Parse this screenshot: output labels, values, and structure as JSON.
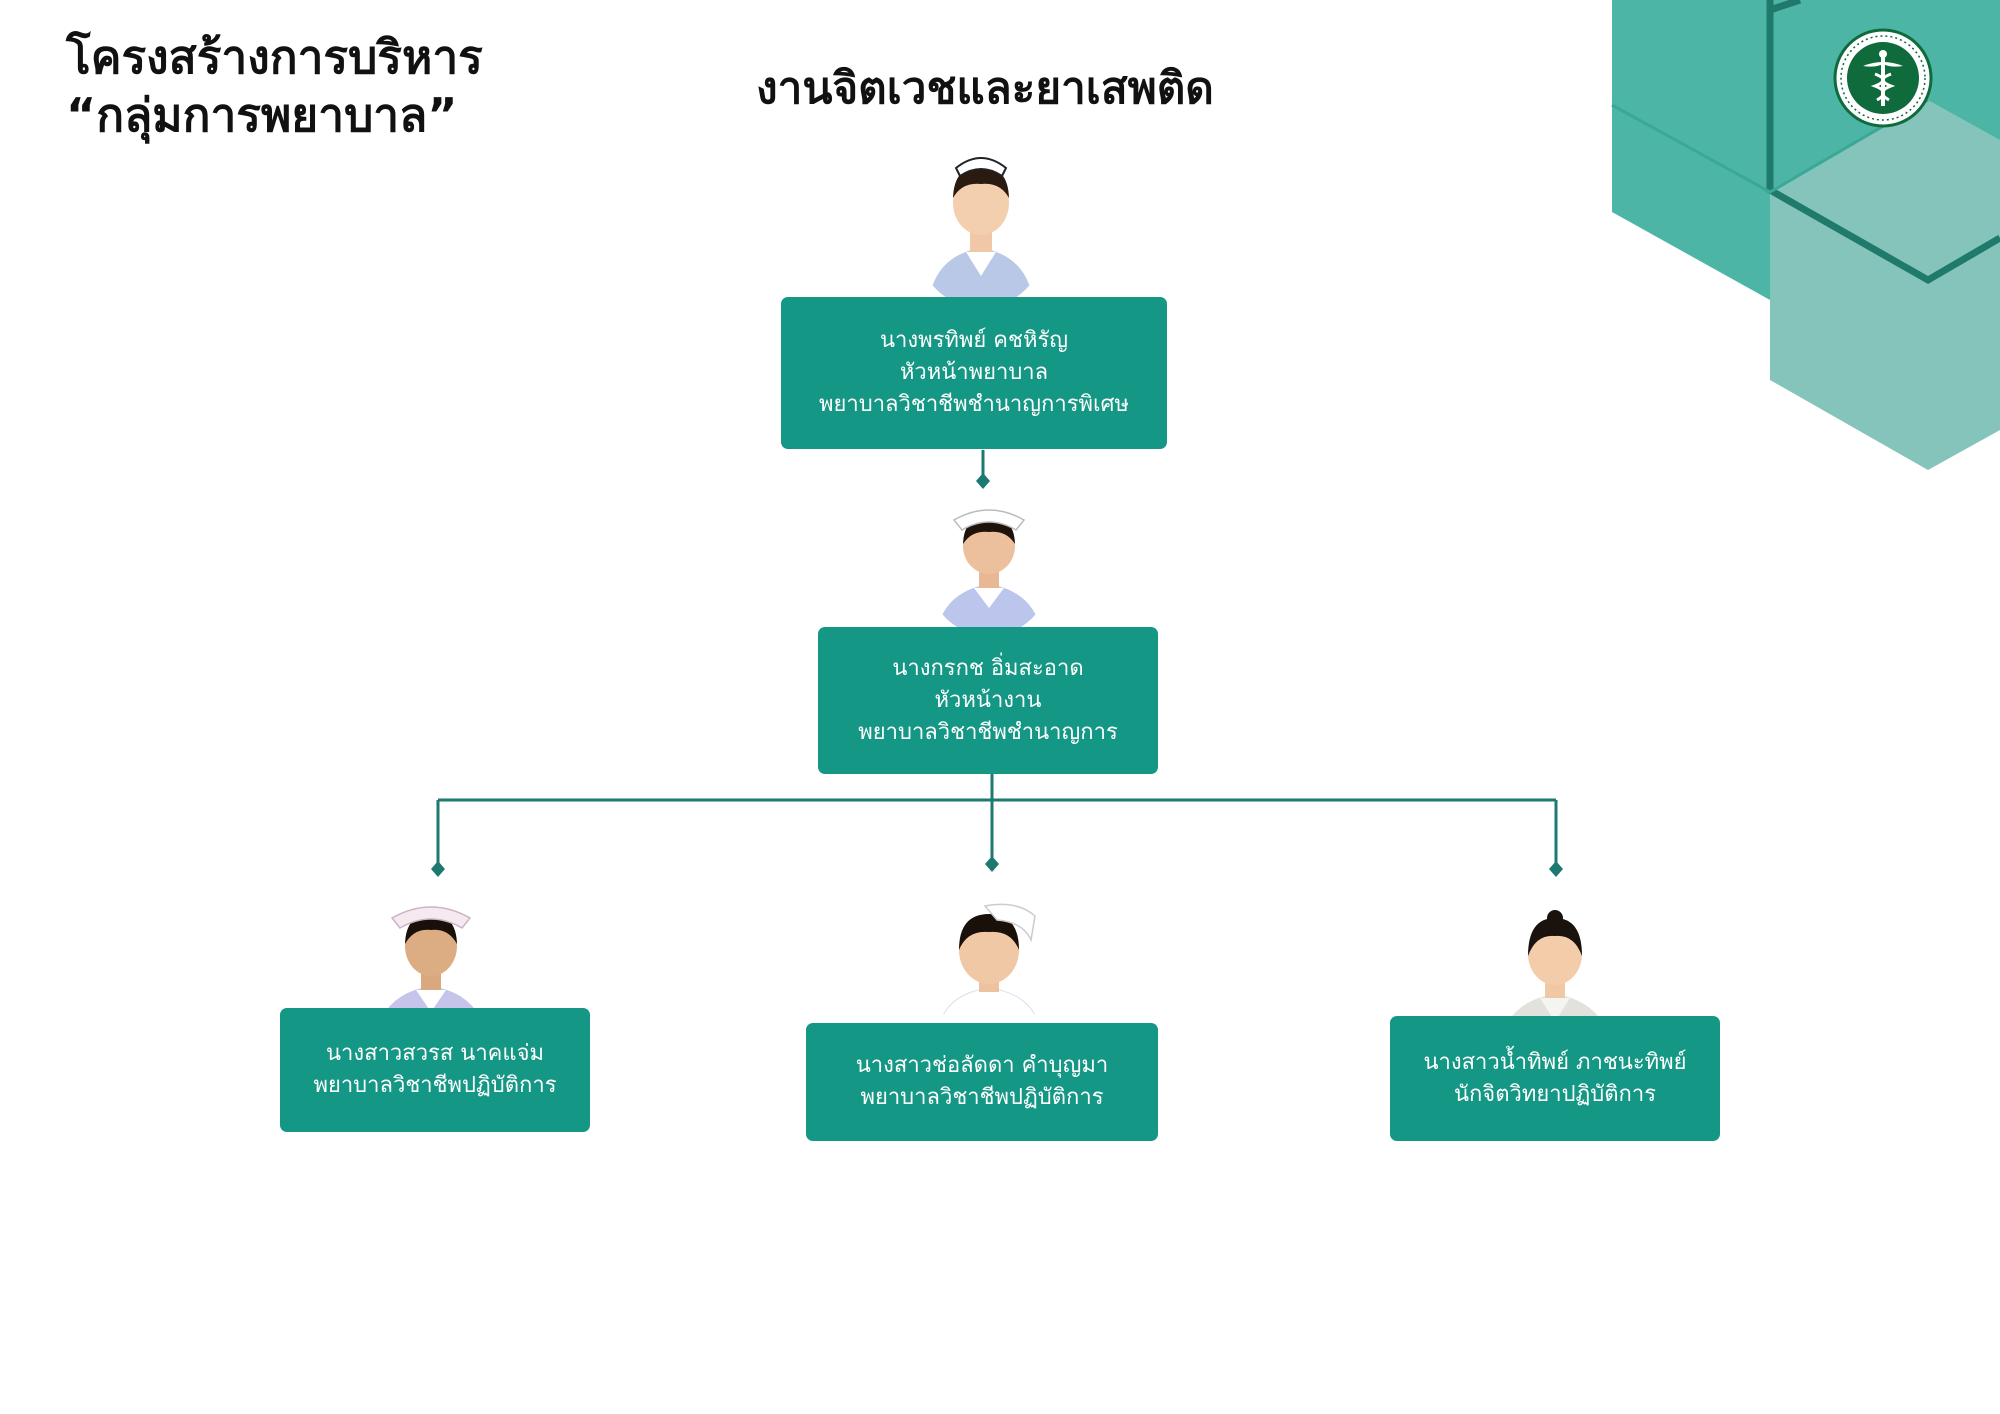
{
  "header": {
    "title_line1": "โครงสร้างการบริหาร",
    "title_line2": "“กลุ่มการพยาบาล”",
    "department": "งานจิตเวชและยาเสพติด"
  },
  "colors": {
    "card": "#149784",
    "connector": "#1d7a70",
    "hex_dark": "#4db5a6",
    "hex_light": "#85c4ba",
    "hex_outline": "#1f7a6c"
  },
  "logo": {
    "icon": "caduceus-seal-icon"
  },
  "org": {
    "head": {
      "name": "นางพรทิพย์ คชหิรัญ",
      "role": "หัวหน้าพยาบาล",
      "position": "พยาบาลวิชาชีพชำนาญการพิเศษ",
      "photo_icon": "nurse-photo-icon"
    },
    "manager": {
      "name": "นางกรกช อิ่มสะอาด",
      "role": "หัวหน้างาน",
      "position": "พยาบาลวิชาชีพชำนาญการ",
      "photo_icon": "nurse-photo-icon"
    },
    "staff": [
      {
        "name": "นางสาวสวรส นาคแจ่ม",
        "position": "พยาบาลวิชาชีพปฏิบัติการ",
        "photo_icon": "nurse-photo-icon"
      },
      {
        "name": "นางสาวช่อลัดดา คำบุญมา",
        "position": "พยาบาลวิชาชีพปฏิบัติการ",
        "photo_icon": "nurse-photo-icon"
      },
      {
        "name": "นางสาวน้ำทิพย์ ภาชนะทิพย์",
        "position": "นักจิตวิทยาปฏิบัติการ",
        "photo_icon": "psychologist-photo-icon"
      }
    ]
  }
}
